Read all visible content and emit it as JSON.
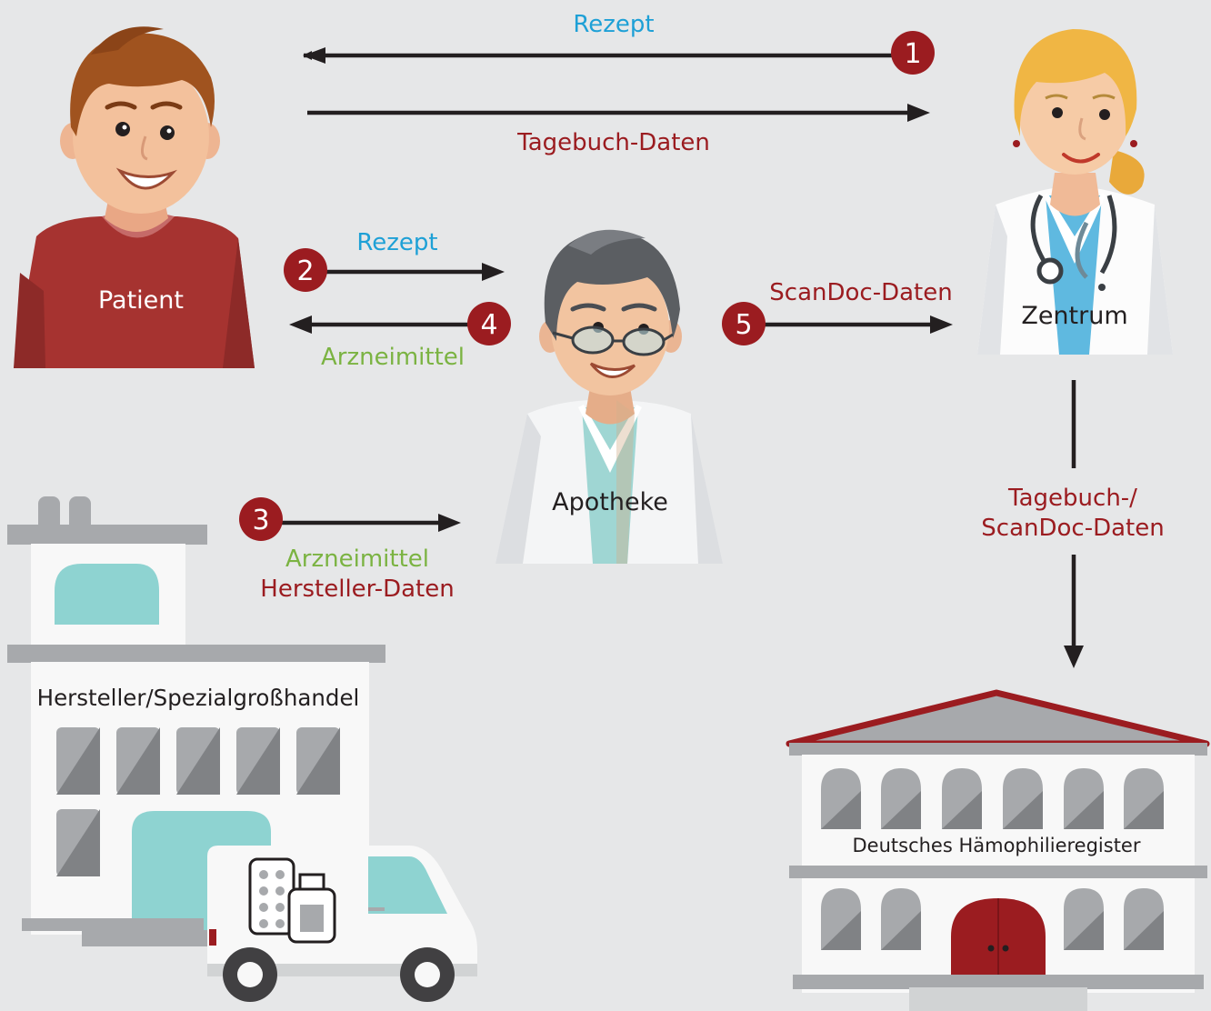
{
  "colors": {
    "background": "#e6e7e8",
    "dark_red": "#9b1c20",
    "blue": "#1ea0d6",
    "green": "#7bb342",
    "teal": "#8ed3d1",
    "gray": "#a7a9ac"
  },
  "actors": {
    "patient": "Patient",
    "zentrum": "Zentrum",
    "apotheke": "Apotheke",
    "hersteller": "Hersteller/Spezialgroßhandel",
    "register": "Deutsches Hämophilieregister"
  },
  "flows": {
    "f1": {
      "step": "1",
      "label": "Rezept"
    },
    "tagebuch": {
      "label": "Tagebuch-Daten"
    },
    "f2": {
      "step": "2",
      "label": "Rezept"
    },
    "f4": {
      "step": "4",
      "label": "Arzneimittel"
    },
    "f5": {
      "step": "5",
      "label": "ScanDoc-Daten"
    },
    "f3": {
      "step": "3",
      "label_line1": "Arzneimittel",
      "label_line2": "Hersteller-Daten"
    },
    "register_flow": {
      "label_line1": "Tagebuch-/",
      "label_line2": "ScanDoc-Daten"
    }
  },
  "icons": [
    "patient-figure",
    "doctor-figure",
    "pharmacist-figure",
    "factory-building",
    "delivery-van",
    "register-building",
    "arrow",
    "step-badge"
  ]
}
